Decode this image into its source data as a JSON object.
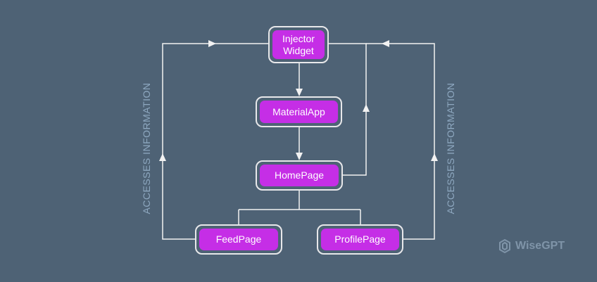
{
  "diagram": {
    "nodes": {
      "injector": "Injector\nWidget",
      "material": "MaterialApp",
      "home": "HomePage",
      "feed": "FeedPage",
      "profile": "ProfilePage"
    },
    "side_label_left": "ACCESSES INFORMATION",
    "side_label_right": "ACCESSES INFORMATION"
  },
  "colors": {
    "background": "#4e6275",
    "node_fill": "#c52ee6",
    "node_border": "#e8e8ea",
    "line": "#f2f2f2",
    "label": "#8ea8c0"
  },
  "brand": {
    "icon": "wisegpt-logo-icon",
    "name": "WiseGPT"
  }
}
